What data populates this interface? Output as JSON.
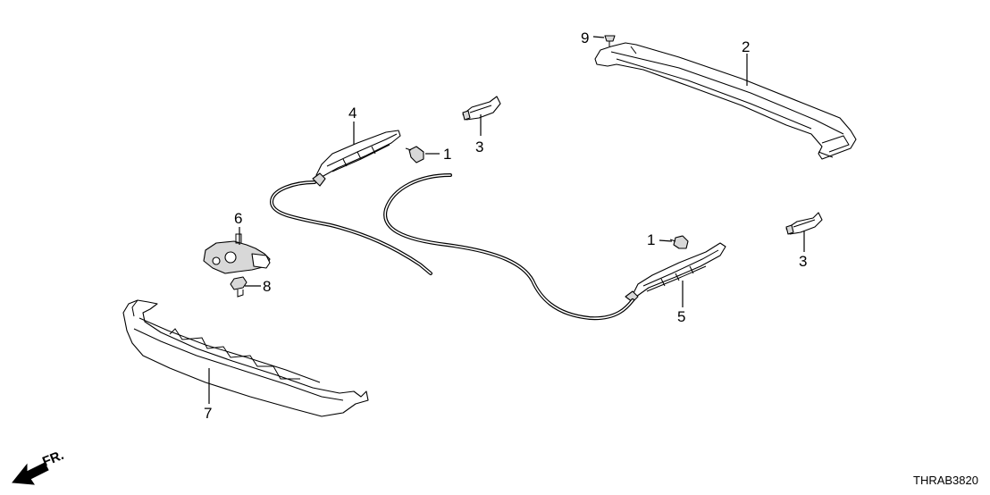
{
  "diagram": {
    "code": "THRAB3820",
    "front_indicator": "FR.",
    "callouts": [
      "9",
      "2",
      "4",
      "3",
      "1",
      "6",
      "1",
      "3",
      "8",
      "5",
      "7"
    ]
  }
}
